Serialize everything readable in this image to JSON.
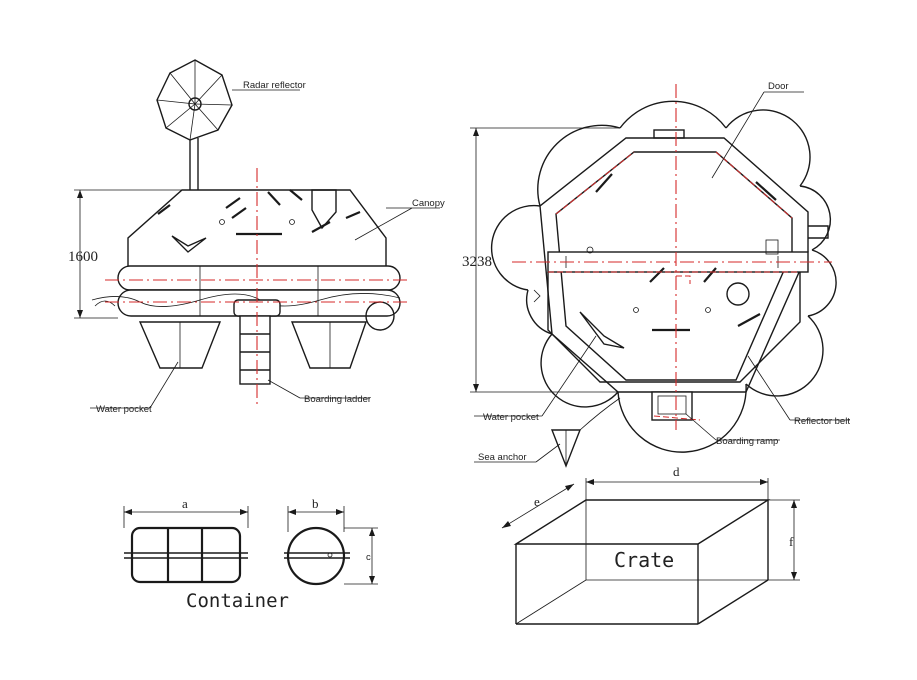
{
  "colors": {
    "line": "#1a1a1a",
    "centerline": "#d42a2a",
    "background": "#ffffff"
  },
  "side_view": {
    "height_dim": "1600",
    "labels": {
      "radar_reflector": "Radar reflector",
      "canopy": "Canopy",
      "water_pocket": "Water pocket",
      "boarding_ladder": "Boarding ladder"
    }
  },
  "top_view": {
    "width_dim": "3238",
    "labels": {
      "door": "Door",
      "water_pocket": "Water pocket",
      "sea_anchor": "Sea anchor",
      "boarding_ramp": "Boarding ramp",
      "reflector_belt": "Reflector belt"
    }
  },
  "container": {
    "title": "Container",
    "dim_a": "a",
    "dim_b": "b",
    "dim_c": "c"
  },
  "crate": {
    "title": "Crate",
    "dim_d": "d",
    "dim_e": "e",
    "dim_f": "f"
  }
}
